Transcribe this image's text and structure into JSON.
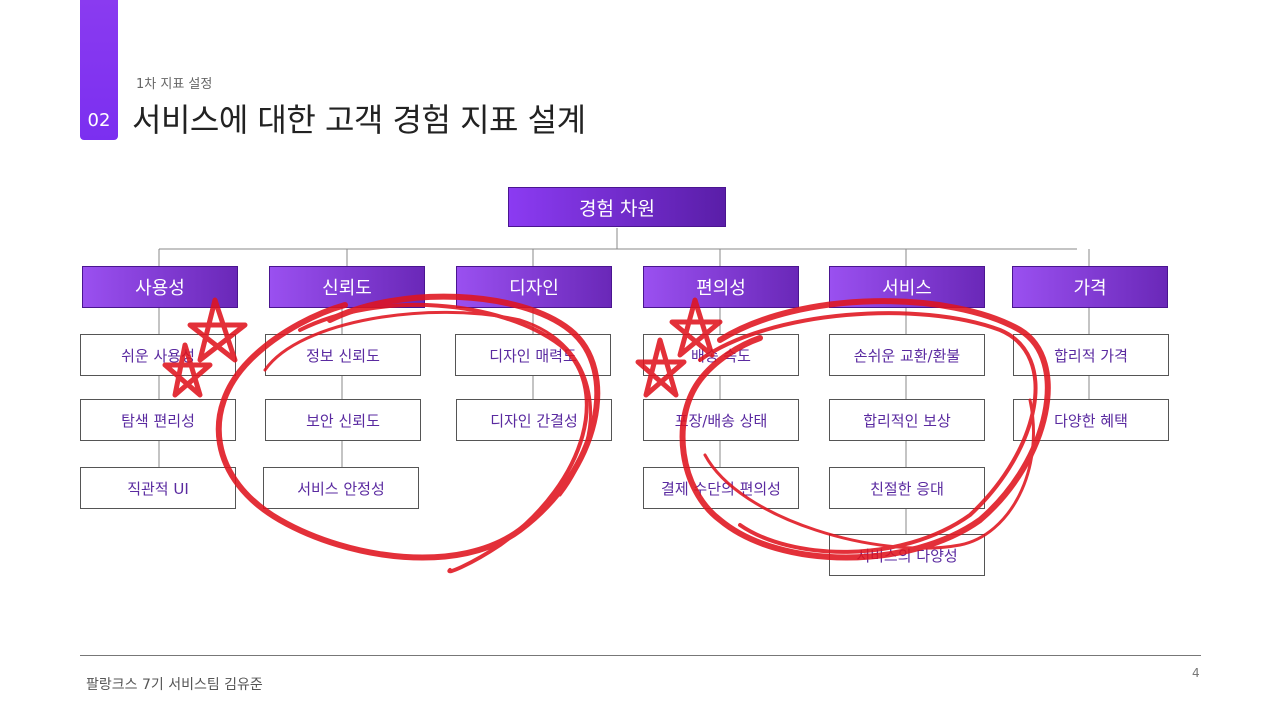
{
  "header": {
    "section_number": "02",
    "subtitle": "1차 지표 설정",
    "title": "서비스에 대한 고객 경험 지표 설계"
  },
  "diagram": {
    "root": "경험 차원",
    "categories": [
      {
        "label": "사용성",
        "items": [
          "쉬운 사용성",
          "탐색 편리성",
          "직관적 UI"
        ]
      },
      {
        "label": "신뢰도",
        "items": [
          "정보 신뢰도",
          "보안 신뢰도",
          "서비스 안정성"
        ]
      },
      {
        "label": "디자인",
        "items": [
          "디자인 매력도",
          "디자인 간결성"
        ]
      },
      {
        "label": "편의성",
        "items": [
          "배송 속도",
          "포장/배송 상태",
          "결제 수단의 편의성"
        ]
      },
      {
        "label": "서비스",
        "items": [
          "손쉬운 교환/환불",
          "합리적인 보상",
          "친절한 응대",
          "서비스의 다양성"
        ]
      },
      {
        "label": "가격",
        "items": [
          "합리적 가격",
          "다양한 혜택"
        ]
      }
    ]
  },
  "colors": {
    "accent": "#7b2ff0",
    "leaf_text": "#5a2aa0",
    "annotation": "#e0141e"
  },
  "footer": {
    "text": "팔랑크스 7기 서비스팀 김유준",
    "page_number": "4"
  }
}
